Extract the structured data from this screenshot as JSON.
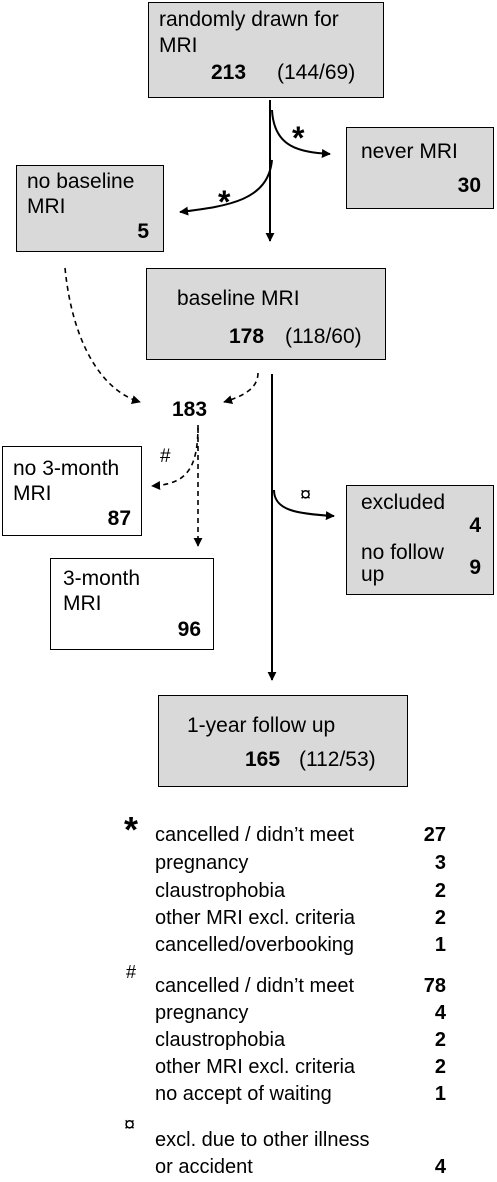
{
  "boxes": {
    "random": {
      "line1": "randomly drawn for",
      "line2": "MRI",
      "count": "213",
      "split": "(144/69)"
    },
    "never": {
      "label": "never MRI",
      "count": "30"
    },
    "nobaseline": {
      "line1": "no baseline",
      "line2": "MRI",
      "count": "5"
    },
    "baseline": {
      "label": "baseline MRI",
      "count": "178",
      "split": "(118/60)"
    },
    "merge": {
      "count": "183"
    },
    "no3month": {
      "line1": "no 3-month",
      "line2": "MRI",
      "count": "87"
    },
    "threemonth": {
      "line1": "3-month",
      "line2": "MRI",
      "count": "96"
    },
    "excluded": {
      "line1": "excluded",
      "count1": "4",
      "line2": "no follow",
      "line3": "up",
      "count2": "9"
    },
    "followup": {
      "label": "1-year follow up",
      "count": "165",
      "split": "(112/53)"
    }
  },
  "markers": {
    "star": "*",
    "hash": "#",
    "currency": "¤"
  },
  "legend": {
    "star": {
      "symbol": "*",
      "items": [
        {
          "label": "cancelled / didn’t meet",
          "count": "27"
        },
        {
          "label": "pregnancy",
          "count": "3"
        },
        {
          "label": "claustrophobia",
          "count": "2"
        },
        {
          "label": "other MRI excl. criteria",
          "count": "2"
        },
        {
          "label": "cancelled/overbooking",
          "count": "1"
        }
      ]
    },
    "hash": {
      "symbol": "#",
      "items": [
        {
          "label": "cancelled / didn’t meet",
          "count": "78"
        },
        {
          "label": "pregnancy",
          "count": "4"
        },
        {
          "label": "claustrophobia",
          "count": "2"
        },
        {
          "label": "other MRI excl. criteria",
          "count": "2"
        },
        {
          "label": "no accept of waiting",
          "count": "1"
        }
      ]
    },
    "currency": {
      "symbol": "¤",
      "line1": "excl. due to other illness",
      "line2": "or accident",
      "count": "4"
    }
  }
}
